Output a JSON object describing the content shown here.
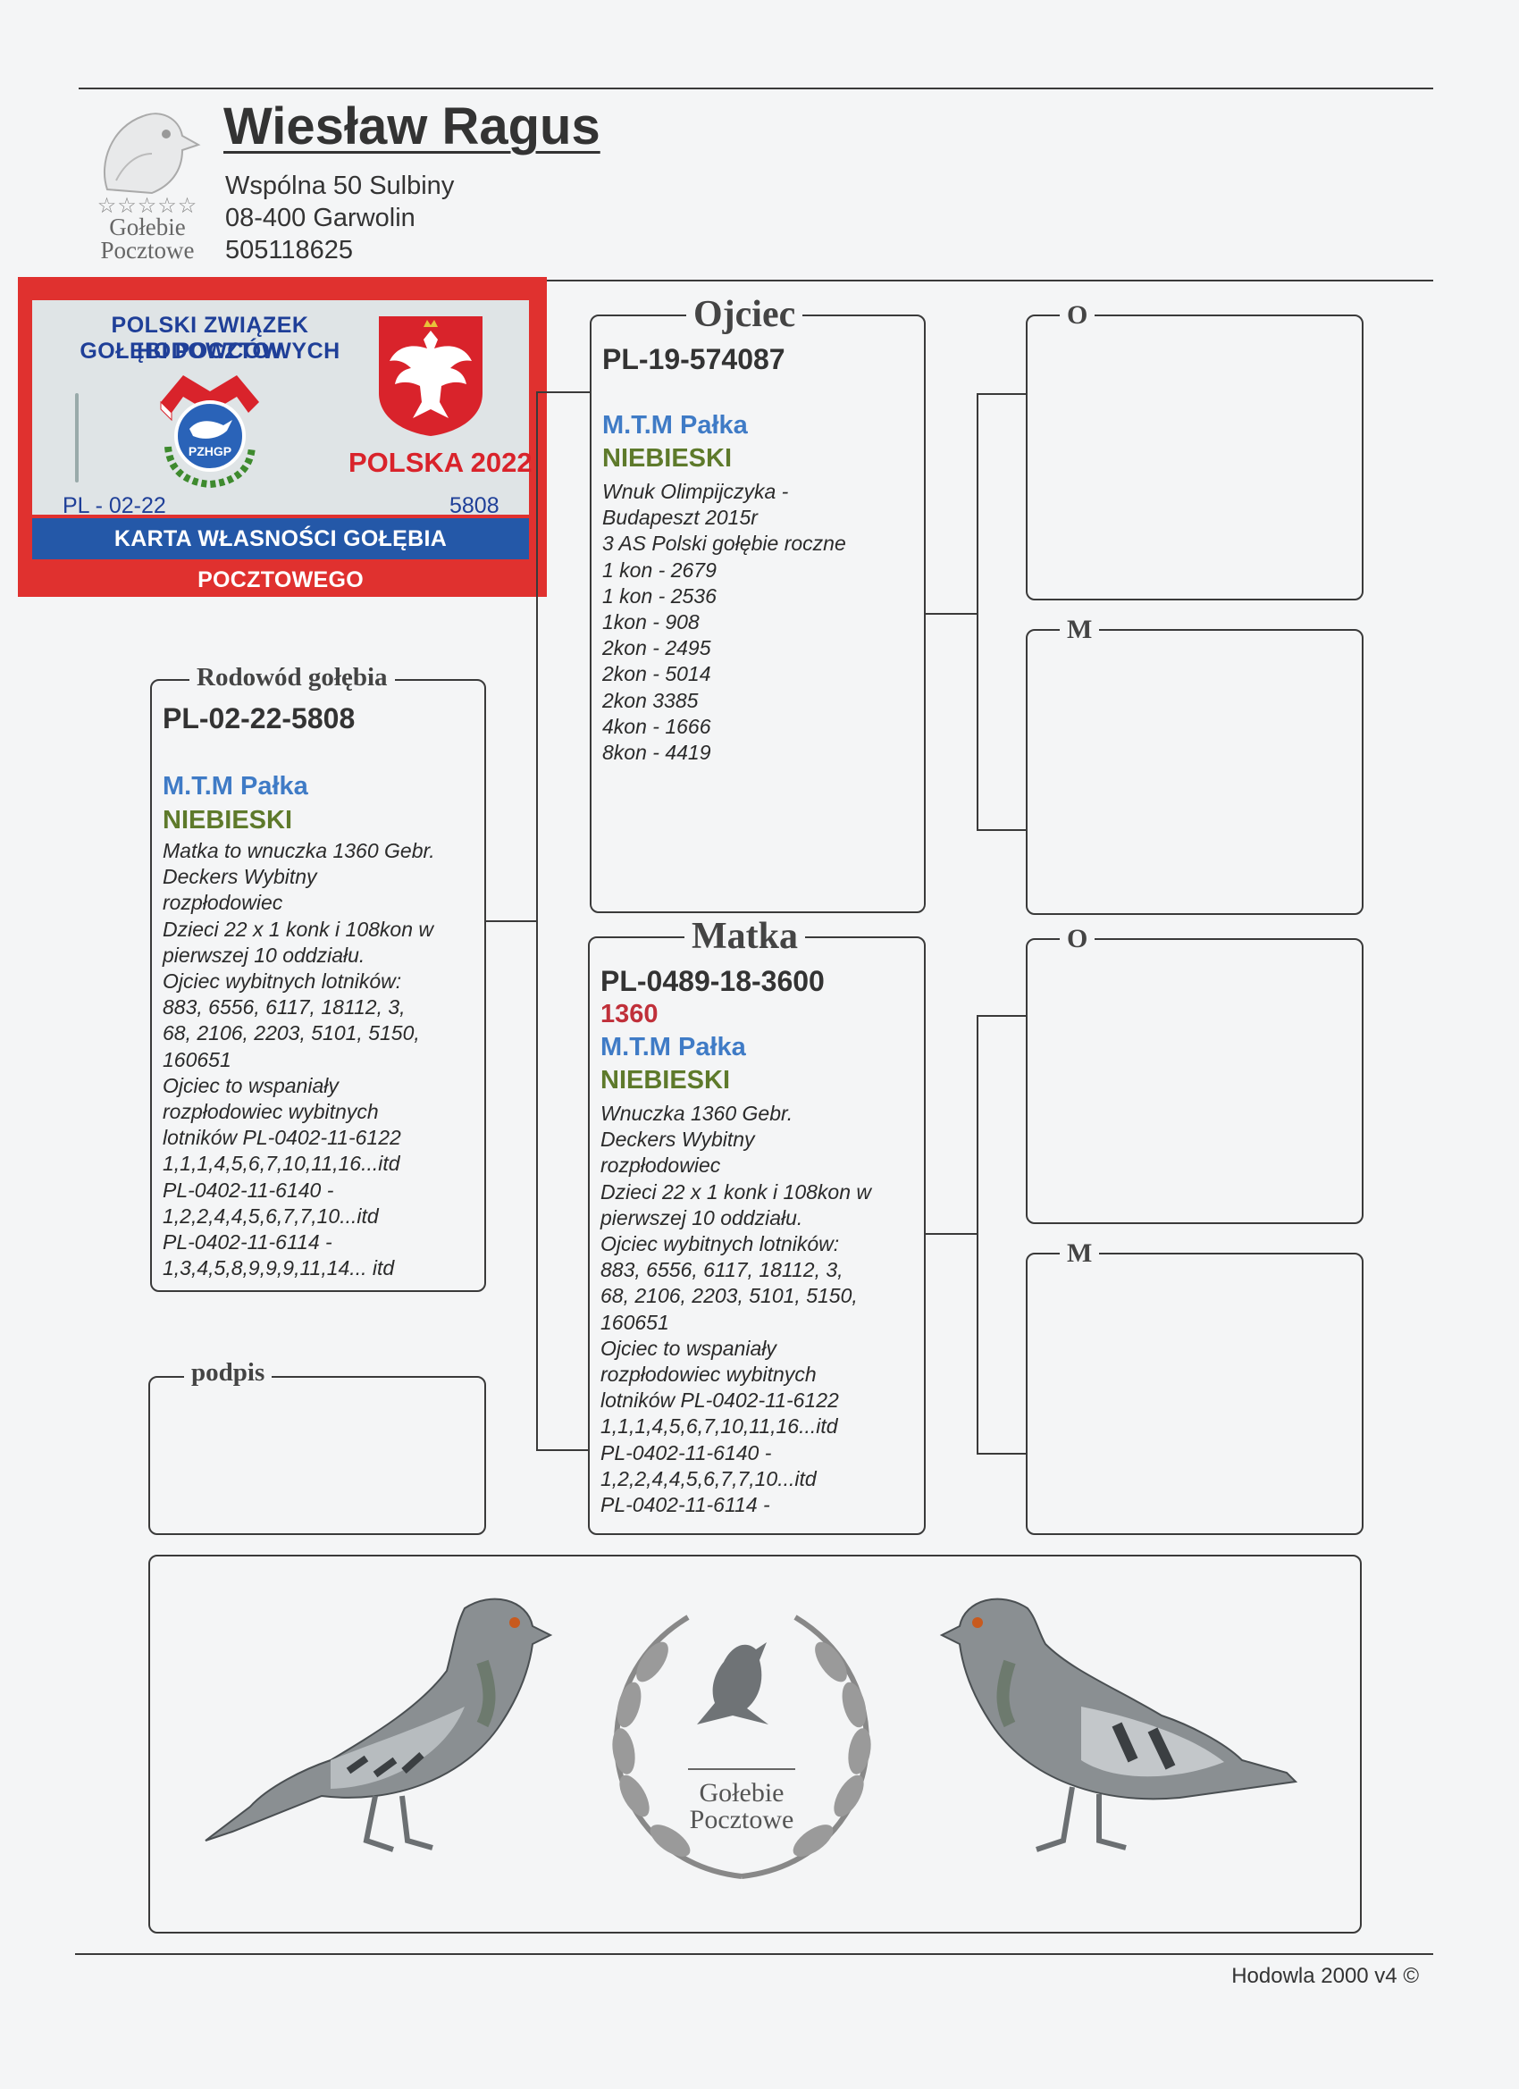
{
  "owner": {
    "name": "Wiesław Ragus",
    "address_line1": "Wspólna 50  Sulbiny",
    "address_line2": "08-400 Garwolin",
    "phone": "505118625"
  },
  "logo": {
    "text_line1": "Gołebie",
    "text_line2": "Pocztowe",
    "stars": "☆☆☆☆☆"
  },
  "card": {
    "org_line1": "POLSKI ZWIĄZEK HODOWCÓW",
    "org_line2": "GOŁĘBI POCZTOWYCH",
    "emblem_text": "PZHGP",
    "year_label": "POLSKA 2022",
    "ring_prefix": "PL - 02-22",
    "ring_number": "5808",
    "band_text": "KARTA WŁASNOŚCI GOŁĘBIA POCZTOWEGO"
  },
  "subject": {
    "title": "Rodowód gołębia",
    "ring": "PL-02-22-5808",
    "breeder": "M.T.M Pałka",
    "color": "NIEBIESKI",
    "description": "Matka to wnuczka 1360 Gebr.\nDeckers Wybitny\nrozpłodowiec\nDzieci 22 x 1 konk i 108kon w\npierwszej 10 oddziału.\nOjciec wybitnych lotników:\n883, 6556, 6117, 18112, 3,\n68, 2106, 2203, 5101, 5150,\n160651\nOjciec to wspaniały\nrozpłodowiec wybitnych\nlotników PL-0402-11-6122\n1,1,1,4,5,6,7,10,11,16...itd\nPL-0402-11-6140 -\n1,2,2,4,4,5,6,7,7,10...itd\nPL-0402-11-6114  -\n1,3,4,5,8,9,9,9,11,14... itd"
  },
  "father": {
    "title": "Ojciec",
    "ring": "PL-19-574087",
    "breeder": "M.T.M Pałka",
    "color": "NIEBIESKI",
    "description": "Wnuk Olimpijczyka -\nBudapeszt 2015r\n3 AS Polski gołębie roczne\n1 kon - 2679\n1 kon - 2536\n1kon - 908\n2kon - 2495\n2kon - 5014\n2kon 3385\n4kon - 1666\n8kon - 4419"
  },
  "mother": {
    "title": "Matka",
    "ring": "PL-0489-18-3600",
    "name": "1360",
    "breeder": "M.T.M Pałka",
    "color": "NIEBIESKI",
    "description": "Wnuczka 1360 Gebr.\nDeckers Wybitny\nrozpłodowiec\nDzieci 22 x 1 konk i 108kon w\npierwszej 10 oddziału.\nOjciec wybitnych lotników:\n883, 6556, 6117, 18112, 3,\n68, 2106, 2203, 5101, 5150,\n160651\nOjciec to wspaniały\nrozpłodowiec wybitnych\nlotników PL-0402-11-6122\n1,1,1,4,5,6,7,10,11,16...itd\nPL-0402-11-6140 -\n1,2,2,4,4,5,6,7,7,10...itd\nPL-0402-11-6114  -"
  },
  "grandparents": {
    "father_father_title": "O",
    "father_mother_title": "M",
    "mother_father_title": "O",
    "mother_mother_title": "M"
  },
  "signature": {
    "title": "podpis"
  },
  "bottom_logo": {
    "line1": "Gołebie",
    "line2": "Pocztowe"
  },
  "footer": {
    "copyright": "Hodowla 2000 v4 ©"
  }
}
